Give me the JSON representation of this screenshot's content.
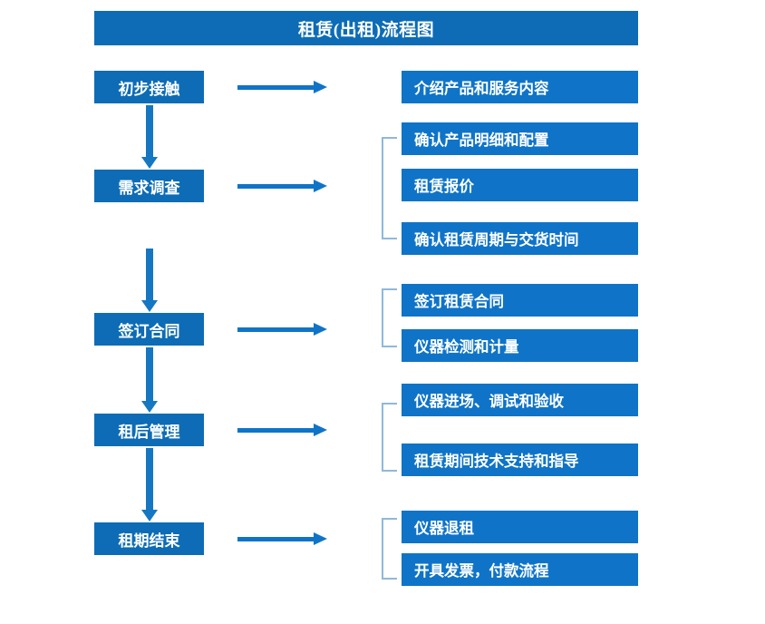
{
  "title": "租赁(出租)流程图",
  "colors": {
    "title_bar": "#0d6cb5",
    "stage_box": "#0d6cb5",
    "detail_box": "#0f74c8",
    "arrow": "#0f74c8",
    "bracket": "#8fb8dc",
    "text": "#ffffff",
    "background": "#ffffff"
  },
  "stages": [
    {
      "label": "初步接触"
    },
    {
      "label": "需求调查"
    },
    {
      "label": "签订合同"
    },
    {
      "label": "租后管理"
    },
    {
      "label": "租期结束"
    }
  ],
  "detail_groups": [
    {
      "bracketed": false,
      "items": [
        {
          "label": "介绍产品和服务内容"
        }
      ]
    },
    {
      "bracketed": true,
      "items": [
        {
          "label": "确认产品明细和配置"
        },
        {
          "label": "租赁报价"
        },
        {
          "label": "确认租赁周期与交货时间"
        }
      ]
    },
    {
      "bracketed": true,
      "items": [
        {
          "label": "签订租赁合同"
        },
        {
          "label": "仪器检测和计量"
        }
      ]
    },
    {
      "bracketed": true,
      "items": [
        {
          "label": "仪器进场、调试和验收"
        },
        {
          "label": "租赁期间技术支持和指导"
        }
      ]
    },
    {
      "bracketed": true,
      "items": [
        {
          "label": "仪器退租"
        },
        {
          "label": "开具发票，付款流程"
        }
      ]
    }
  ],
  "connectors": {
    "horizontal_arrow": "right-arrow-icon",
    "vertical_arrow": "down-arrow-icon",
    "group_bracket": "bracket-icon"
  }
}
